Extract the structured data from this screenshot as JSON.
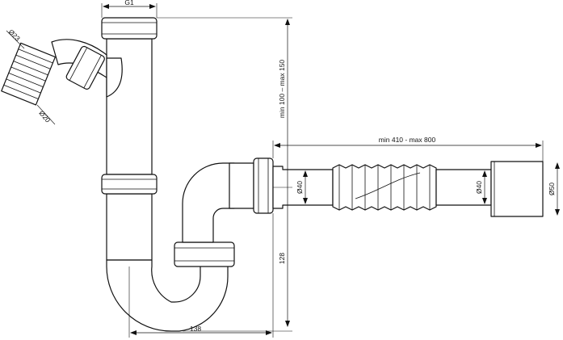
{
  "diagram": {
    "labels": {
      "g1": "G1",
      "d23": "Ø23",
      "d20": "Ø20",
      "height_range": "min 100 – max 150",
      "length_range": "min 410 - max 800",
      "d40_left": "Ø40",
      "d40_right": "Ø40",
      "d50": "Ø50",
      "h128": "128",
      "w138": "138"
    },
    "colors": {
      "line": "#111111",
      "background": "#ffffff"
    }
  }
}
